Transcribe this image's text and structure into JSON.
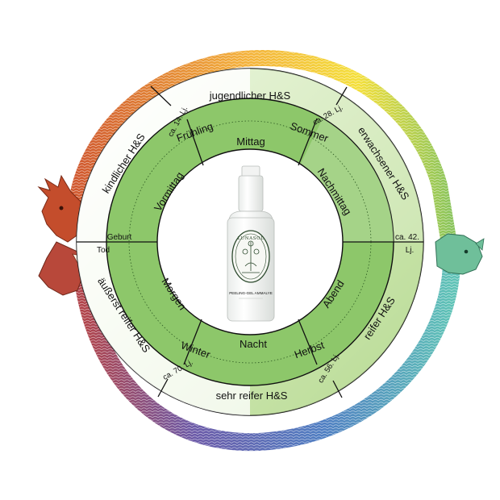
{
  "colors": {
    "outer_ring_light": "#f3f9ea",
    "outer_ring_mid": "#cfe6b4",
    "outer_ring_strong": "#8cc46a",
    "inner_ring": "#8cc668",
    "inner_ring_dark": "#7bbb58",
    "center_fill": "#ffffff",
    "line": "#111111",
    "snake_red": "#c0452b",
    "snake_yellow": "#f2cf2a",
    "snake_green": "#6fbf8a",
    "snake_blue": "#4a73b8",
    "snake_purple": "#7a4f9a"
  },
  "outer_ring": {
    "segments": [
      {
        "label": "jugendlicher H&S"
      },
      {
        "label": "erwachsener H&S"
      },
      {
        "label": "reifer H&S"
      },
      {
        "label": "sehr reifer H&S"
      },
      {
        "label": "äußerst reifer H&S"
      },
      {
        "label": "kindlicher H&S"
      }
    ],
    "ages": [
      {
        "label": "ca. 14. Lj."
      },
      {
        "label": "ca. 28. Lj."
      },
      {
        "label": "ca. 56. Lj."
      },
      {
        "label": "ca. 70. Lj."
      }
    ],
    "right_age_line1": "ca. 42.",
    "right_age_line2": "Lj.",
    "left_top": "Geburt",
    "left_bottom": "Tod"
  },
  "inner_ring": {
    "segments": [
      {
        "label": "Mittag"
      },
      {
        "label": "Nachmittag"
      },
      {
        "label": "Abend"
      },
      {
        "label": "Nacht"
      },
      {
        "label": "Morgen"
      },
      {
        "label": "Vormittag"
      }
    ],
    "seasons": [
      {
        "label": "Frühling"
      },
      {
        "label": "Sommer"
      },
      {
        "label": "Herbst"
      },
      {
        "label": "Winter"
      }
    ]
  },
  "product": {
    "brand": "LUNASOL",
    "label_text": "PEELING-GEL AMMALYE",
    "icon": "bottle-icon"
  },
  "decoration": {
    "icon": "ouroboros-snake-icon"
  }
}
